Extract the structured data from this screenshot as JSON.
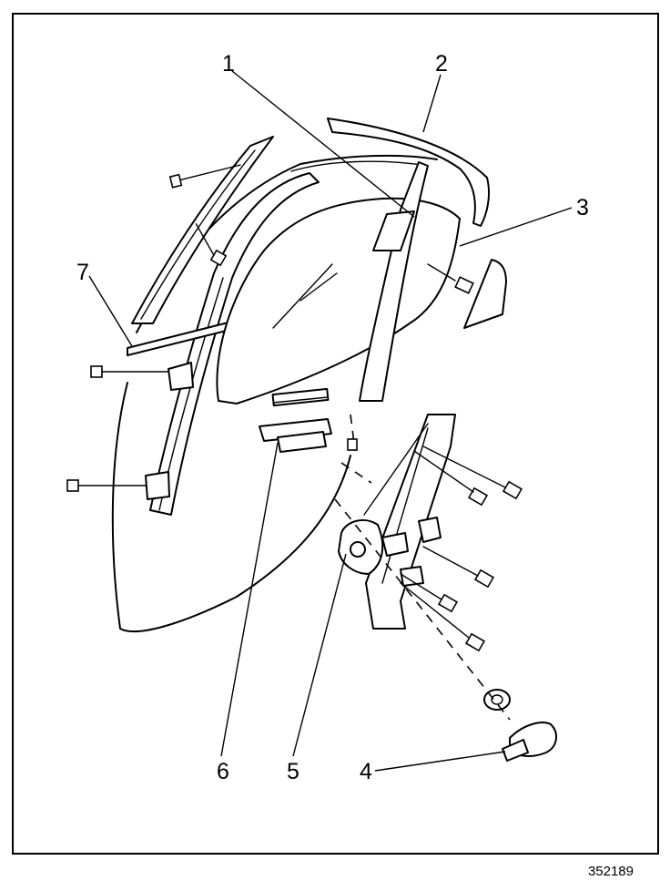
{
  "diagram": {
    "figure_number": "352189",
    "callouts": [
      {
        "id": "1",
        "label": "1"
      },
      {
        "id": "2",
        "label": "2"
      },
      {
        "id": "3",
        "label": "3"
      },
      {
        "id": "4",
        "label": "4"
      },
      {
        "id": "5",
        "label": "5"
      },
      {
        "id": "6",
        "label": "6"
      },
      {
        "id": "7",
        "label": "7"
      }
    ]
  }
}
